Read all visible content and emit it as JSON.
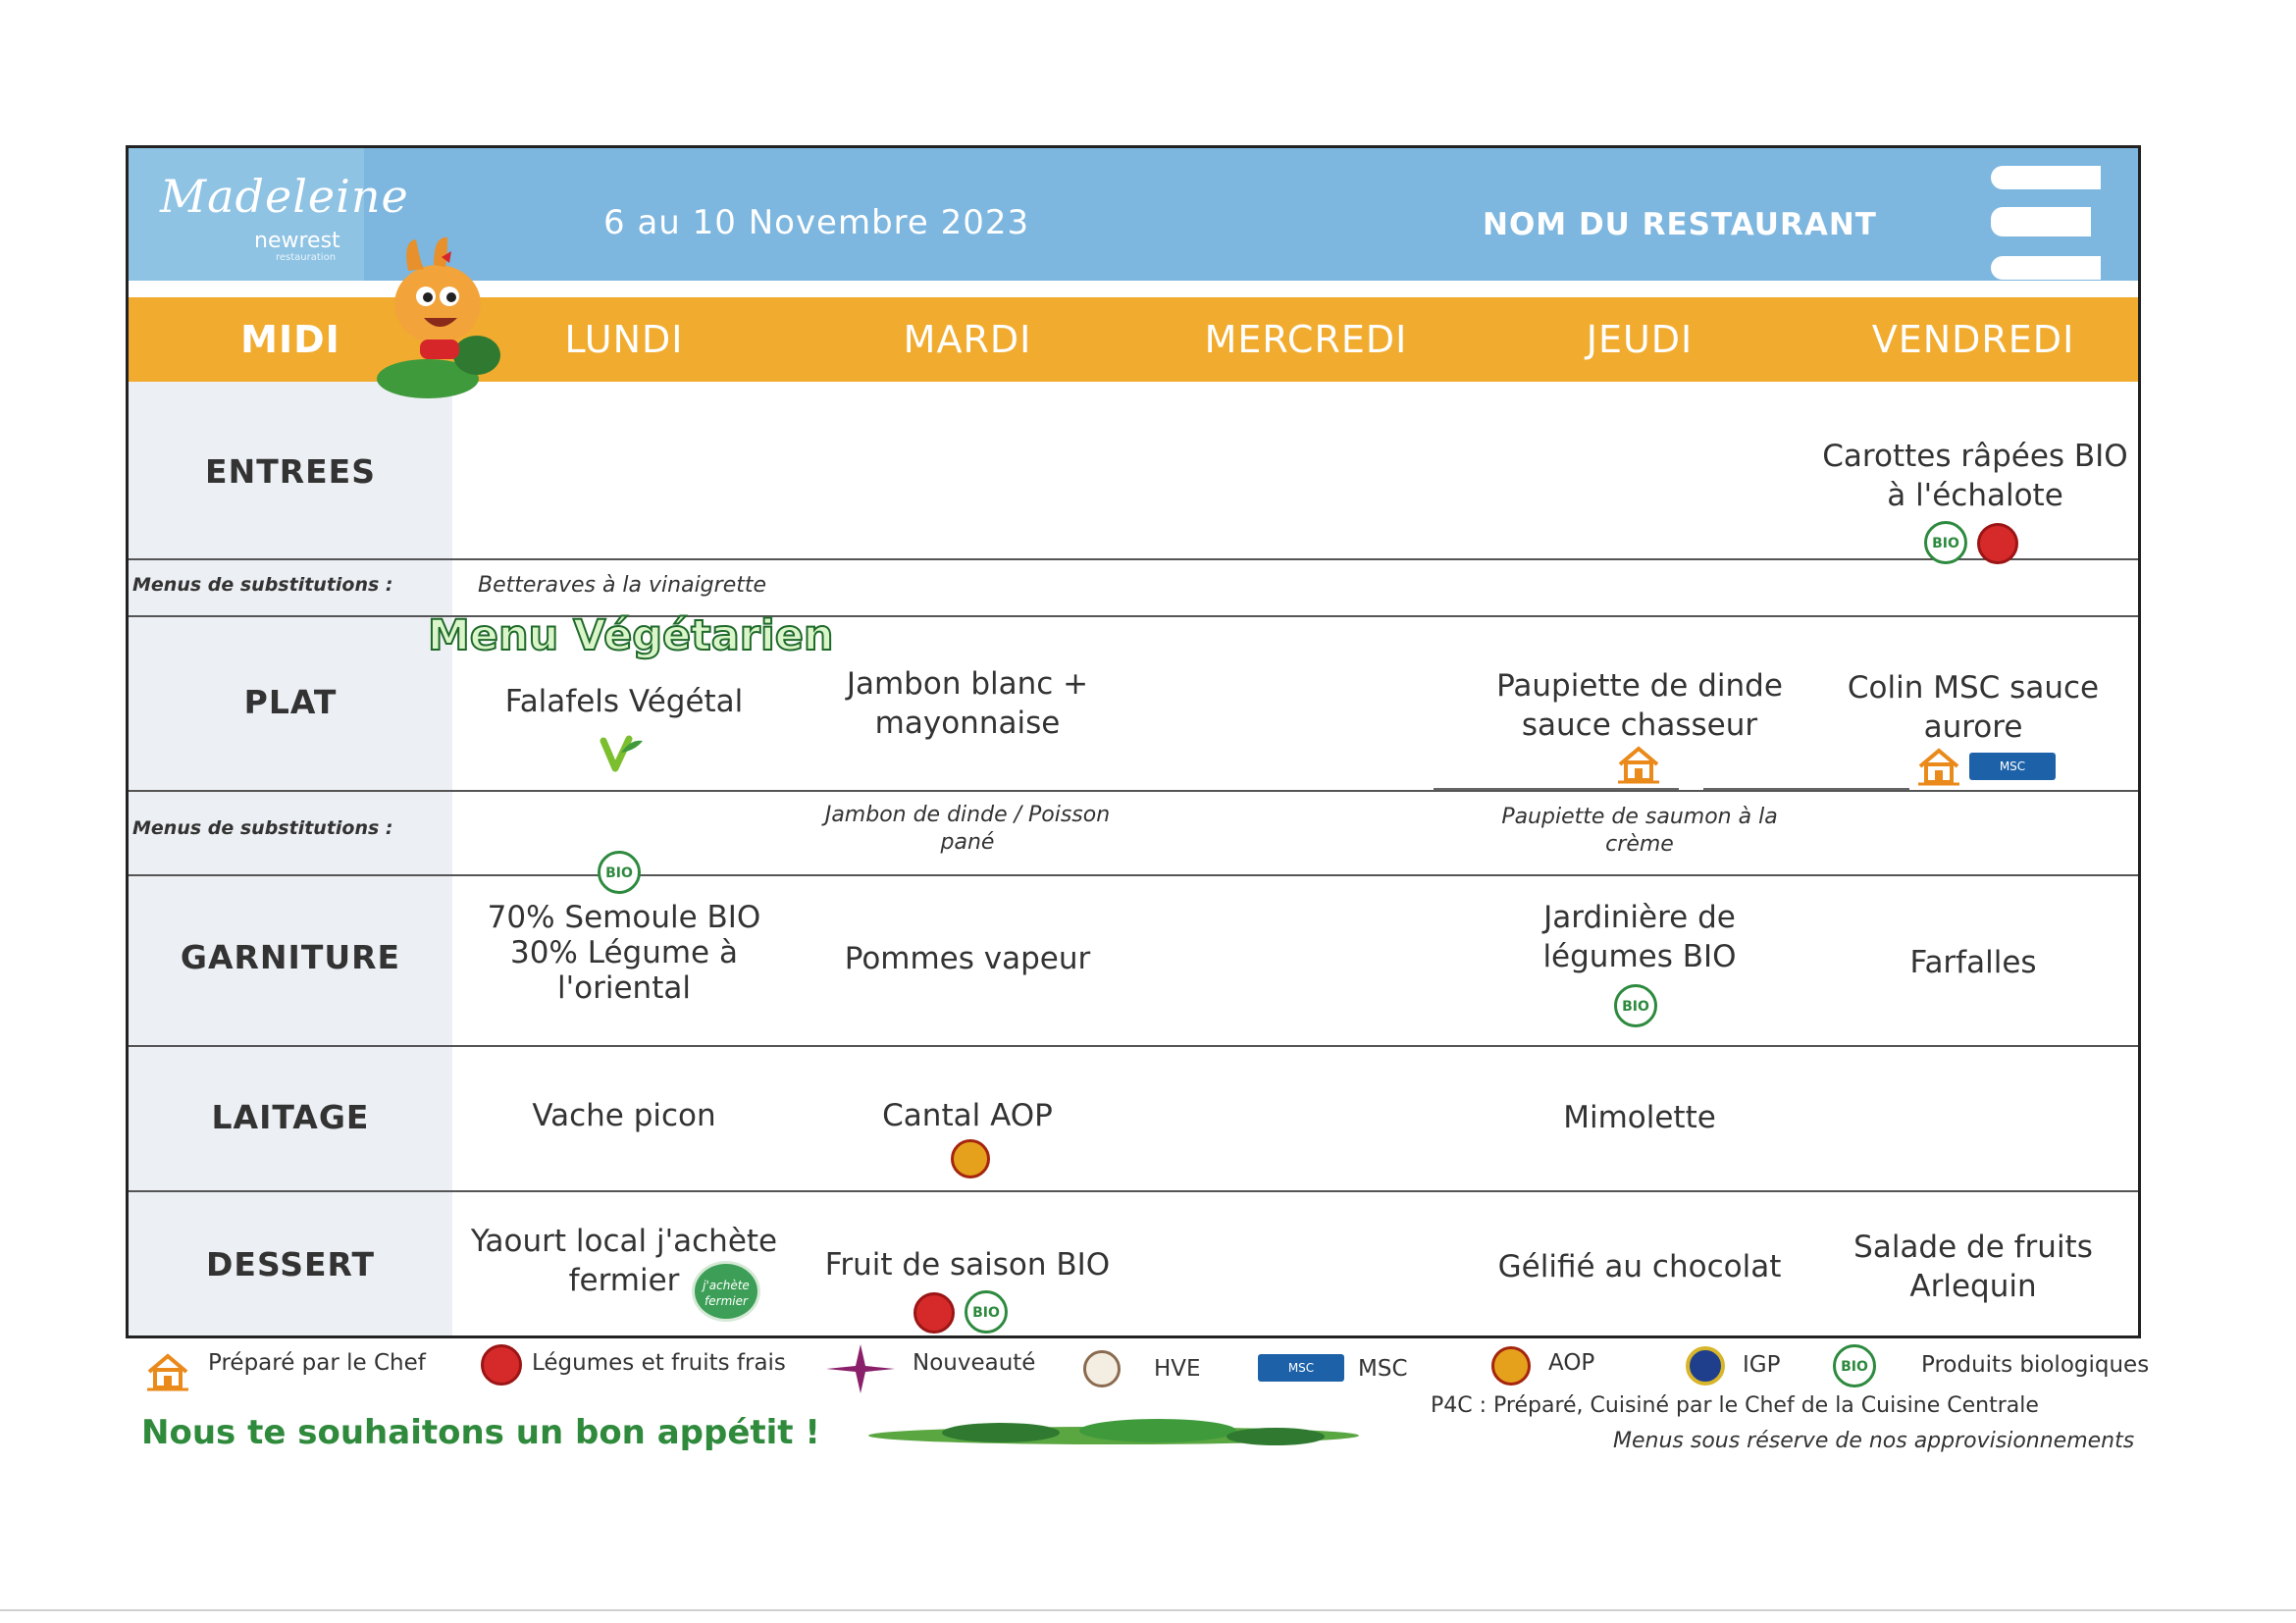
{
  "header": {
    "logo_main": "Madeleine",
    "logo_sub": "newrest",
    "logo_sub2": "restauration",
    "date_range": "6 au 10 Novembre 2023",
    "restaurant": "NOM DU RESTAURANT"
  },
  "days": {
    "midi": "MIDI",
    "lundi": "LUNDI",
    "mardi": "MARDI",
    "mercredi": "MERCREDI",
    "jeudi": "JEUDI",
    "vendredi": "VENDREDI"
  },
  "rows": {
    "entrees": "ENTREES",
    "plat": "PLAT",
    "garniture": "GARNITURE",
    "laitage": "LAITAGE",
    "dessert": "DESSERT",
    "substitution": "Menus de substitutions :"
  },
  "menu": {
    "entrees": {
      "vendredi": [
        "Carottes râpées BIO",
        "à l'échalote"
      ]
    },
    "entrees_sub": {
      "lundi": "Betteraves à la vinaigrette"
    },
    "vegetarian_title": "Menu Végétarien",
    "plat": {
      "lundi": "Falafels Végétal",
      "mardi": [
        "Jambon blanc +",
        "mayonnaise"
      ],
      "jeudi": [
        "Paupiette de dinde",
        "sauce chasseur"
      ],
      "vendredi": [
        "Colin MSC sauce",
        "aurore"
      ]
    },
    "plat_sub": {
      "mardi": [
        "Jambon de dinde / Poisson",
        "pané"
      ],
      "jeudi": [
        "Paupiette de saumon à la",
        "crème"
      ]
    },
    "garniture": {
      "lundi": [
        "70% Semoule BIO",
        "30% Légume à",
        "l'oriental"
      ],
      "mardi": "Pommes vapeur",
      "jeudi": [
        "Jardinière de",
        "légumes BIO"
      ],
      "vendredi": "Farfalles"
    },
    "laitage": {
      "lundi": "Vache picon",
      "mardi": "Cantal AOP",
      "jeudi": "Mimolette"
    },
    "dessert": {
      "lundi": [
        "Yaourt local j'achète",
        "fermier"
      ],
      "mardi": "Fruit de saison BIO",
      "jeudi": "Gélifié au chocolat",
      "vendredi": [
        "Salade de fruits",
        "Arlequin"
      ]
    }
  },
  "badges": {
    "bio": "BIO",
    "msc_small": "MSC",
    "ferme": "j'achète fermier"
  },
  "legend": {
    "chef": "Préparé par le Chef",
    "fresh": "Légumes et fruits frais",
    "new": "Nouveauté",
    "hve": "HVE",
    "msc": "MSC",
    "aop": "AOP",
    "igp": "IGP",
    "bio": "Produits biologiques"
  },
  "footer": {
    "greeting": "Nous te souhaitons un bon appétit !",
    "p4c": "P4C : Préparé, Cuisiné par le Chef de la Cuisine Centrale",
    "reserve": "Menus sous réserve de nos approvisionnements"
  },
  "colors": {
    "top_band": "#7db6df",
    "day_band": "#f1ac2f",
    "left_col": "#eceff3",
    "bio_green": "#2d8a3e",
    "greeting_green": "#2f8a3c"
  },
  "icons": {
    "chef": "house-chef-icon",
    "fresh": "tomato-fresh-icon",
    "new": "star-new-icon",
    "hve": "hve-icon",
    "msc": "msc-fish-icon",
    "aop": "aop-icon",
    "igp": "igp-icon",
    "bio": "bio-leaf-icon",
    "vegetal": "v-vegetal-icon"
  }
}
